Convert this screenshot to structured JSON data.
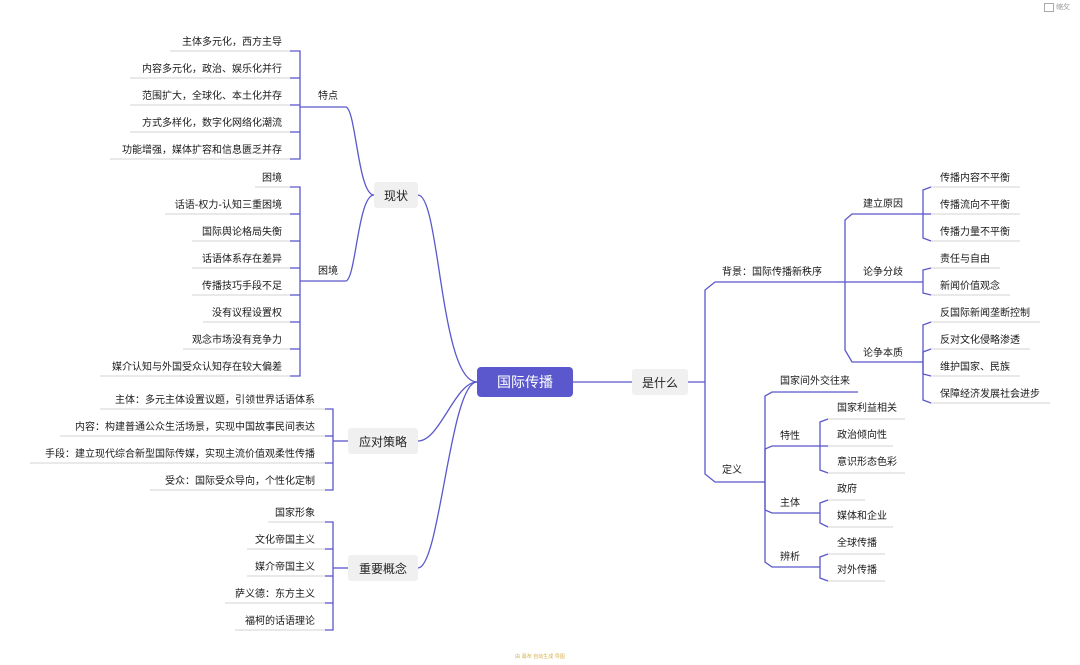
{
  "root": "国际传播",
  "corner_label": "缩⺙",
  "footer": "由 幕布 自动生成 导图",
  "xianzhuang": {
    "label": "现状",
    "tedian": {
      "label": "特点",
      "items": [
        "主体多元化，西方主导",
        "内容多元化，政治、娱乐化并行",
        "范围扩大，全球化、本土化并存",
        "方式多样化，数字化网络化潮流",
        "功能增强，媒体扩容和信息匮乏并存"
      ]
    },
    "kunjing": {
      "label": "困境",
      "items": [
        "困境",
        "话语-权力-认知三重困境",
        "国际舆论格局失衡",
        "话语体系存在差异",
        "传播技巧手段不足",
        "没有议程设置权",
        "观念市场没有竞争力",
        "媒介认知与外国受众认知存在较大偏差"
      ]
    }
  },
  "celue": {
    "label": "应对策略",
    "items": [
      "主体：多元主体设置议题，引领世界话语体系",
      "内容：构建普通公众生活场景，实现中国故事民间表达",
      "手段：建立现代综合新型国际传媒，实现主流价值观柔性传播",
      "受众：国际受众导向，个性化定制"
    ]
  },
  "gainian": {
    "label": "重要概念",
    "items": [
      "国家形象",
      "文化帝国主义",
      "媒介帝国主义",
      "萨义德：东方主义",
      "福柯的话语理论"
    ]
  },
  "shishenme": {
    "label": "是什么",
    "beijing": {
      "label": "背景：国际传播新秩序",
      "yuanyin": {
        "label": "建立原因",
        "items": [
          "传播内容不平衡",
          "传播流向不平衡",
          "传播力量不平衡"
        ]
      },
      "fenqi": {
        "label": "论争分歧",
        "items": [
          "责任与自由",
          "新闻价值观念"
        ]
      },
      "benzhi": {
        "label": "论争本质",
        "items": [
          "反国际新闻垄断控制",
          "反对文化侵略渗透",
          "维护国家、民族",
          "保障经济发展社会进步"
        ]
      }
    },
    "dingyi": {
      "label": "定义",
      "jiaowang": "国家间外交往来",
      "texing": {
        "label": "特性",
        "items": [
          "国家利益相关",
          "政治倾向性",
          "意识形态色彩"
        ]
      },
      "zhuti": {
        "label": "主体",
        "items": [
          "政府",
          "媒体和企业"
        ]
      },
      "bianxi": {
        "label": "辨析",
        "items": [
          "全球传播",
          "对外传播"
        ]
      }
    }
  },
  "colors": {
    "line": "#5a58cc",
    "underline": "#bcbcbc",
    "root_fill": "#5a58cc"
  }
}
